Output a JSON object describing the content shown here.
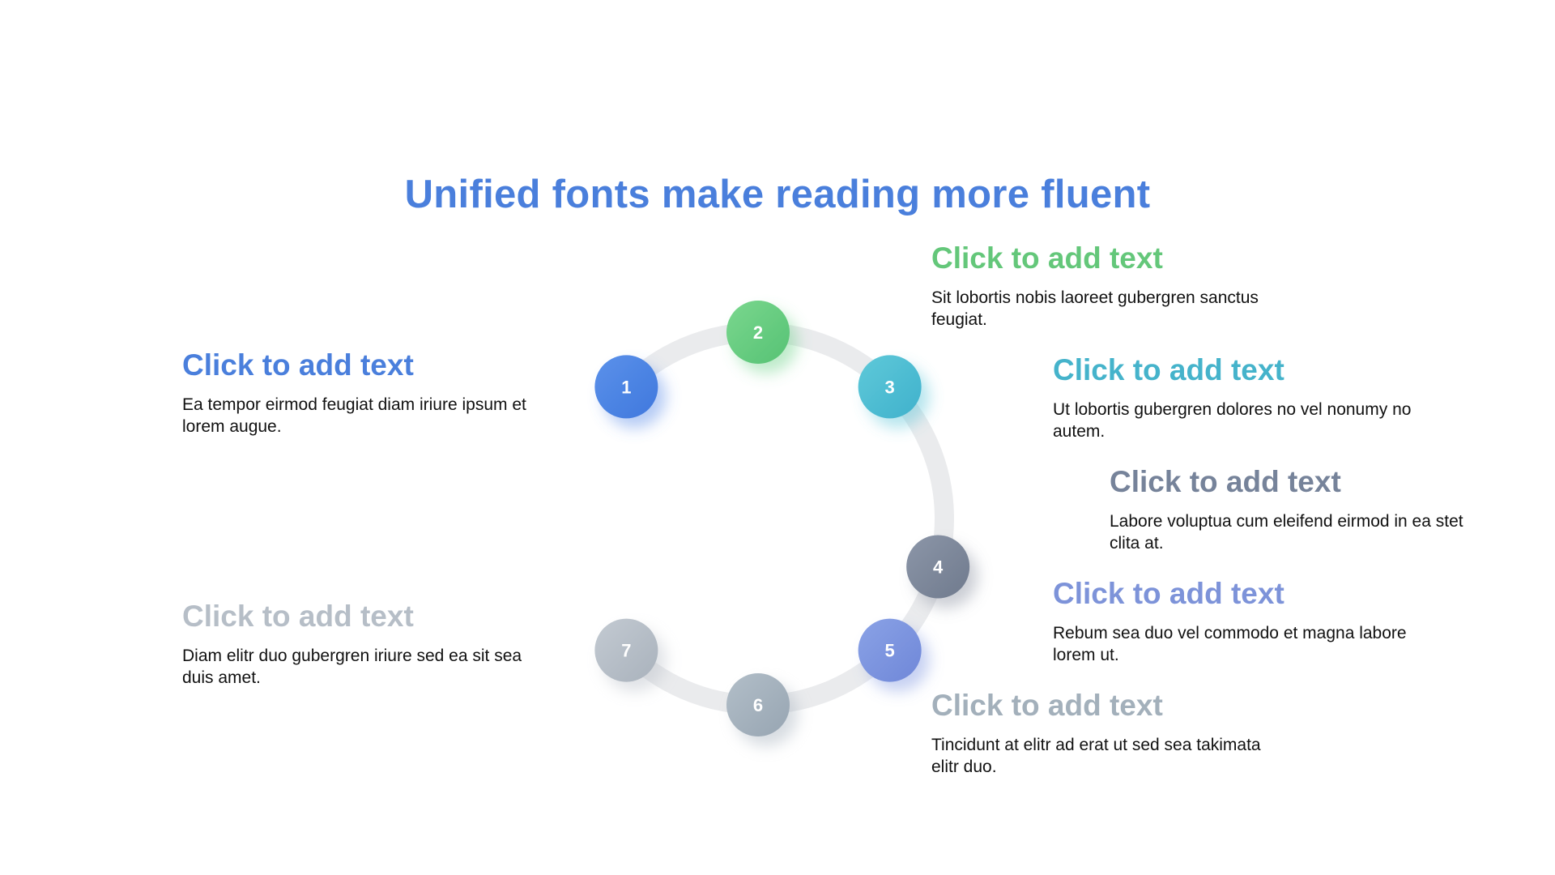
{
  "title": {
    "text": "Unified fonts make reading more fluent",
    "color": "#4a7fdc"
  },
  "ring": {
    "color": "#eaebed"
  },
  "nodes": [
    {
      "label": "1",
      "angle": -45,
      "color_from": "#5b91ea",
      "color_to": "#3f78dd",
      "glow": "#5b8ce8"
    },
    {
      "label": "2",
      "angle": 0,
      "color_from": "#7ad78e",
      "color_to": "#56c274",
      "glow": "#6fd18a"
    },
    {
      "label": "3",
      "angle": 45,
      "color_from": "#5fc9d9",
      "color_to": "#3fb1cc",
      "glow": "#5cc5d8"
    },
    {
      "label": "4",
      "angle": 105,
      "color_from": "#8c96a8",
      "color_to": "#6f7a8d",
      "glow": "#8b93a2"
    },
    {
      "label": "5",
      "angle": 135,
      "color_from": "#8aa2e6",
      "color_to": "#6f87d8",
      "glow": "#8098e2"
    },
    {
      "label": "6",
      "angle": 180,
      "color_from": "#b2bec8",
      "color_to": "#97a5b2",
      "glow": "#a6b2bd"
    },
    {
      "label": "7",
      "angle": 225,
      "color_from": "#c3cad2",
      "color_to": "#a9b2bc",
      "glow": "#b9c0c8"
    }
  ],
  "items": [
    {
      "title": "Click to add text",
      "desc": "Ea tempor eirmod feugiat diam iriure ipsum et lorem augue.",
      "color": "#4a7fdc"
    },
    {
      "title": "Click to add text",
      "desc": "Sit lobortis nobis laoreet gubergren sanctus feugiat.",
      "color": "#64c77a"
    },
    {
      "title": "Click to add text",
      "desc": "Ut lobortis gubergren dolores no vel nonumy no autem.",
      "color": "#45b3cb"
    },
    {
      "title": "Click to add text",
      "desc": "Labore voluptua cum eleifend eirmod in ea stet clita at.",
      "color": "#76839a"
    },
    {
      "title": "Click to add text",
      "desc": "Rebum sea duo vel commodo et magna labore lorem ut.",
      "color": "#7d93d9"
    },
    {
      "title": "Click to add text",
      "desc": "Tincidunt at elitr ad erat ut sed sea takimata elitr duo.",
      "color": "#a3b0bb"
    },
    {
      "title": "Click to add text",
      "desc": "Diam elitr duo gubergren iriure sed ea sit sea duis amet.",
      "color": "#b6bec7"
    }
  ]
}
